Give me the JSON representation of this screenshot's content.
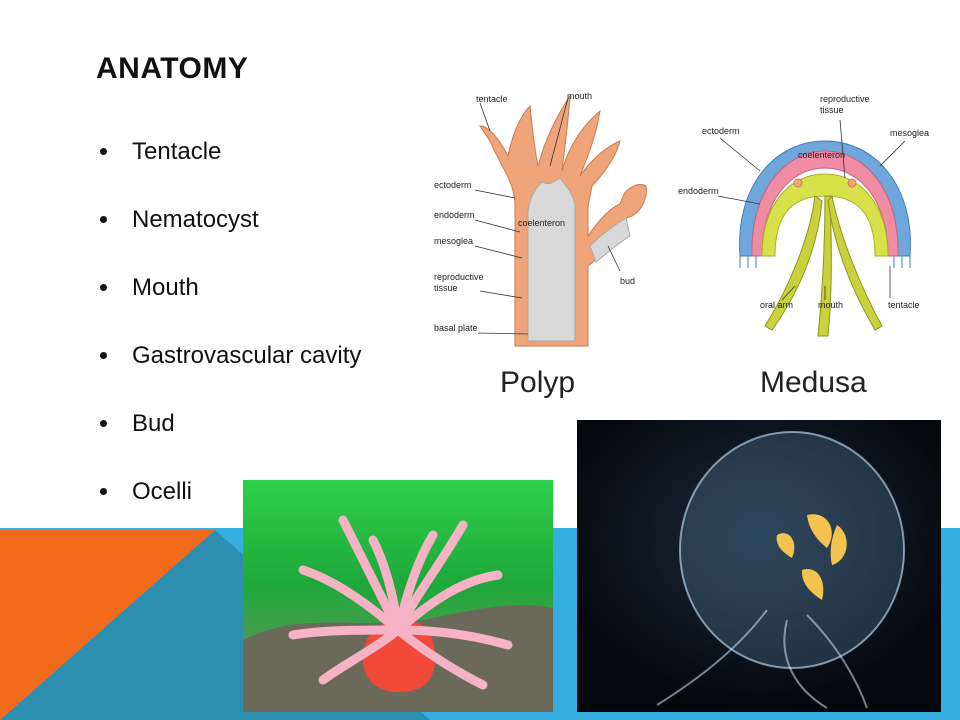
{
  "slide": {
    "title": "ANATOMY",
    "bullets": [
      "Tentacle",
      "Nematocyst",
      "Mouth",
      "Gastrovascular cavity",
      "Bud",
      "Ocelli"
    ]
  },
  "diagram": {
    "polyp": {
      "caption": "Polyp",
      "labels": {
        "tentacle": "tentacle",
        "mouth": "mouth",
        "ectoderm": "ectoderm",
        "endoderm": "endoderm",
        "mesoglea": "mesoglea",
        "reproductive_1": "reproductive",
        "reproductive_2": "tissue",
        "basal_plate": "basal plate",
        "coelenteron": "coelenteron",
        "bud": "bud"
      }
    },
    "medusa": {
      "caption": "Medusa",
      "labels": {
        "reproductive_1": "reproductive",
        "reproductive_2": "tissue",
        "ectoderm": "ectoderm",
        "mesoglea": "mesoglea",
        "coelenteron": "coelenteron",
        "endoderm": "endoderm",
        "oral_arm": "oral arm",
        "mouth": "mouth",
        "tentacle": "tentacle"
      }
    }
  },
  "colors": {
    "orange": "#f26b1d",
    "teal": "#2d8fb0",
    "light_blue": "#35aee0",
    "polyp_outer": "#f0a47a",
    "polyp_inner": "#d8d8d8",
    "medusa_pink": "#ef8ba2",
    "medusa_yellow": "#d7e24a",
    "medusa_blue": "#6fa6dc"
  }
}
